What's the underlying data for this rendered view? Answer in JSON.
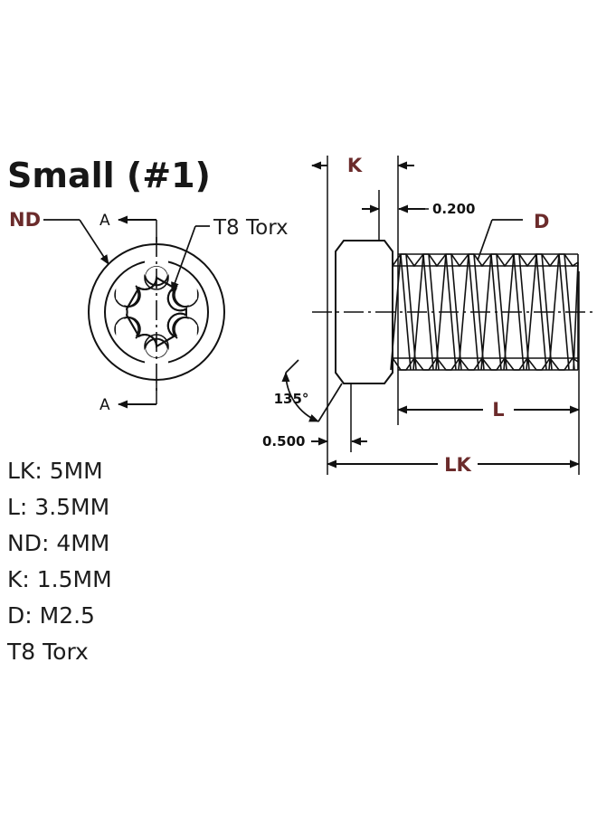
{
  "document": {
    "type": "engineering-drawing",
    "subject": "Torx pan head machine screw",
    "title": "Small (#1)"
  },
  "front_view": {
    "labels": {
      "nd": "ND",
      "torx": "T8 Torx",
      "section_top": "A",
      "section_bottom": "A"
    }
  },
  "side_view": {
    "labels": {
      "k": "K",
      "d": "D",
      "l": "L",
      "lk": "LK"
    },
    "dimensions": {
      "head_chamfer": "0.200",
      "under_head": "0.500",
      "chamfer_angle": "135°"
    }
  },
  "specs": [
    "LK: 5MM",
    "L: 3.5MM",
    "ND: 4MM",
    "K: 1.5MM",
    "D: M2.5",
    "T8 Torx"
  ],
  "colors": {
    "background": "#ffffff",
    "line": "#111111",
    "dimension_label": "#6b2b2b",
    "text": "#1d1d1d"
  }
}
